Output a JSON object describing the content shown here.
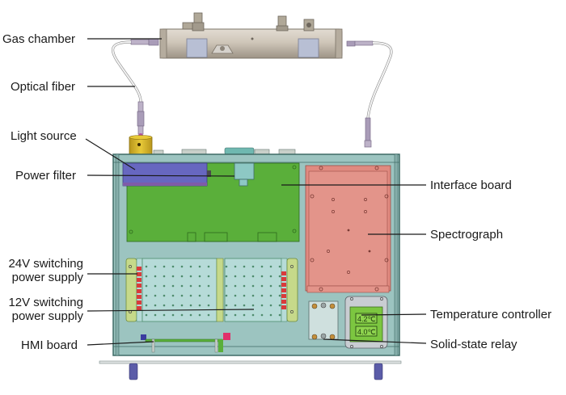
{
  "labels": {
    "gas_chamber": "Gas chamber",
    "optical_fiber": "Optical fiber",
    "light_source": "Light source",
    "power_filter": "Power filter",
    "v24_line1": "24V switching",
    "v24_line2": "power supply",
    "v12_line1": "12V switching",
    "v12_line2": "power supply",
    "hmi_board": "HMI board",
    "interface_board": "Interface board",
    "spectrograph": "Spectrograph",
    "temperature_controller": "Temperature controller",
    "solid_state_relay": "Solid-state relay"
  },
  "temperature_display": {
    "reading_1": "4.2℃",
    "reading_2": "4.0℃"
  },
  "colors": {
    "enclosure": "#9cc4c0",
    "enclosure_border": "#3f6b66",
    "interface_board": "#5aaf3a",
    "spectrograph": "#e08a80",
    "light_source": "#d8b72a",
    "power_filter": "#6767c0",
    "gas_chamber": "#c8bfb3",
    "psu_panel": "#b6dbd8",
    "psu_terminal": "#d93b3b",
    "psu_bracket": "#c6d98a",
    "temp_display": "#7cc640"
  }
}
